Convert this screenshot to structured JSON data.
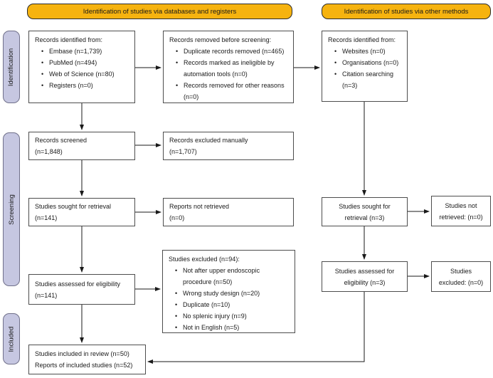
{
  "headers": {
    "databases": "Identification of studies via databases and registers",
    "other": "Identification of studies via other methods"
  },
  "stages": {
    "identification": "Identification",
    "screening": "Screening",
    "included": "Included"
  },
  "boxes": {
    "records_identified_db": {
      "title": "Records identified from:",
      "bullets": [
        "Embase (n=1,739)",
        "PubMed (n=494)",
        "Web of Science (n=80)",
        "Registers (n=0)"
      ]
    },
    "records_removed": {
      "title": "Records removed before screening:",
      "bullets": [
        "Duplicate records removed (n=465)",
        "Records marked as ineligible by automation tools (n=0)",
        "Records removed for other reasons (n=0)"
      ]
    },
    "records_identified_other": {
      "title": "Records identified from:",
      "bullets": [
        "Websites (n=0)",
        "Organisations (n=0)",
        "Citation searching (n=3)"
      ]
    },
    "records_screened": {
      "lines": [
        "Records screened",
        "(n=1,848)"
      ]
    },
    "records_excluded_manually": {
      "lines": [
        "Records excluded manually",
        "(n=1,707)"
      ]
    },
    "studies_sought_db": {
      "lines": [
        "Studies sought for retrieval",
        "(n=141)"
      ]
    },
    "reports_not_retrieved_db": {
      "lines": [
        "Reports not retrieved",
        "(n=0)"
      ]
    },
    "studies_sought_other": {
      "lines": [
        "Studies sought for",
        "retrieval (n=3)"
      ]
    },
    "studies_not_retrieved_other": {
      "lines": [
        "Studies not",
        "retrieved: (n=0)"
      ]
    },
    "studies_assessed_db": {
      "lines": [
        "Studies assessed for eligibility",
        "(n=141)"
      ]
    },
    "studies_excluded_db": {
      "title": "Studies excluded (n=94):",
      "bullets": [
        "Not after upper endoscopic procedure (n=50)",
        "Wrong study design (n=20)",
        "Duplicate (n=10)",
        "No splenic injury (n=9)",
        "Not in English (n=5)"
      ]
    },
    "studies_assessed_other": {
      "lines": [
        "Studies assessed for",
        "eligibility (n=3)"
      ]
    },
    "studies_excluded_other": {
      "lines": [
        "Studies",
        "excluded: (n=0)"
      ]
    },
    "included_studies": {
      "lines": [
        "Studies included in review (n=50)",
        "Reports of included studies (n=52)"
      ]
    }
  },
  "colors": {
    "header_fill": "#F6B30F",
    "header_border": "#2b2b2b",
    "stage_fill": "#C6C7E1",
    "stage_border": "#70708a",
    "box_border": "#4d4d4d",
    "arrow": "#1a1a1a",
    "text": "#1a1a1a",
    "background": "#ffffff"
  }
}
